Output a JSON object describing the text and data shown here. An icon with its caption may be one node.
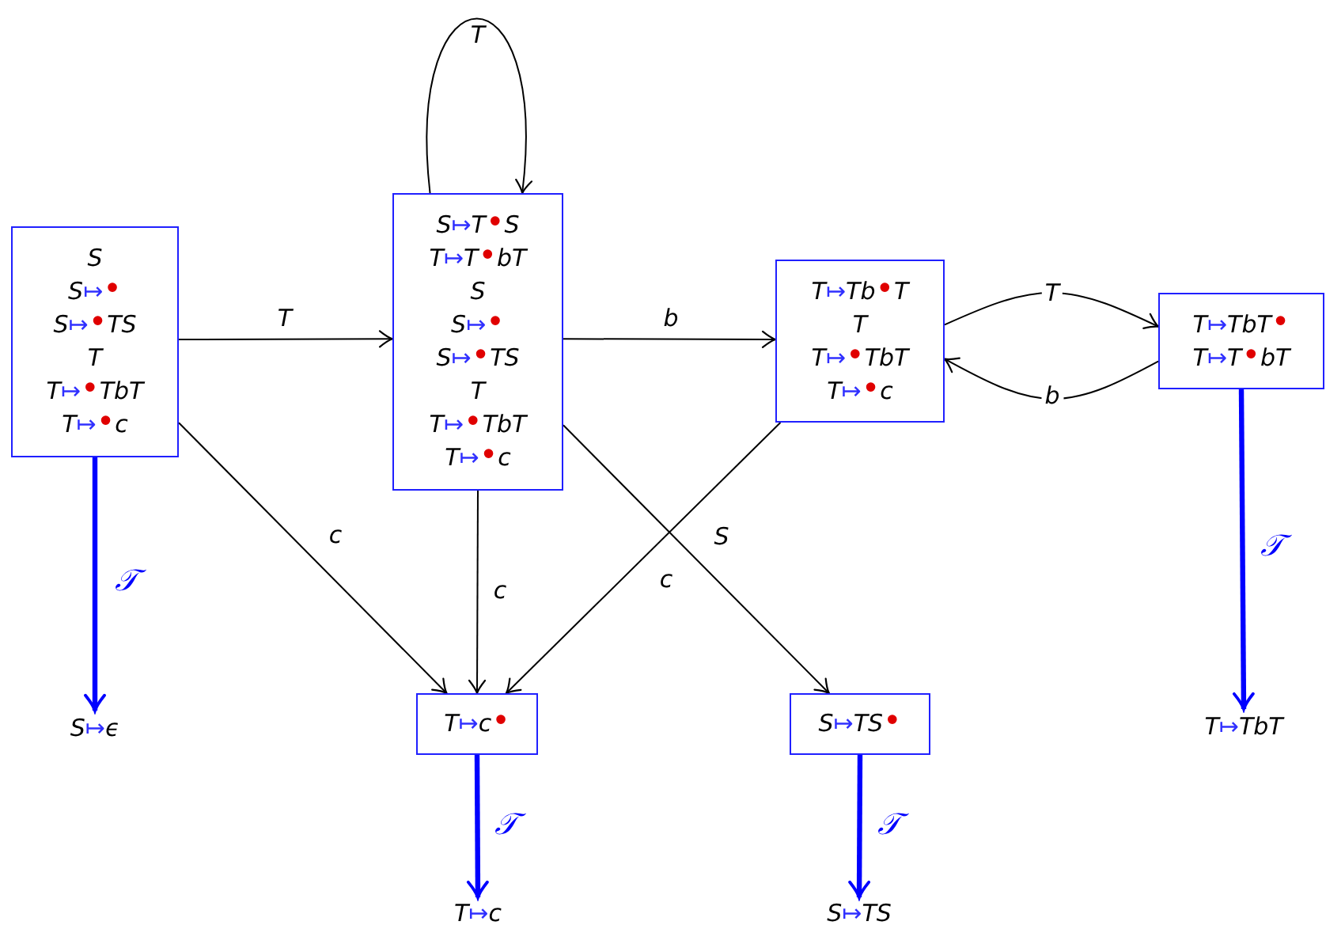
{
  "diagram": {
    "nodes": [
      {
        "text": [
          "S",
          "S↦•",
          "S↦•TS",
          "T",
          "T↦•TbT",
          "T↦•c"
        ]
      },
      {
        "text": [
          "S↦T•S",
          "T↦T•bT",
          "S",
          "S↦•",
          "S↦•TS",
          "T",
          "T↦•TbT",
          "T↦•c"
        ]
      },
      {
        "text": [
          "T↦Tb•T",
          "T",
          "T↦•TbT",
          "T↦•c"
        ]
      },
      {
        "text": [
          "T↦TbT•",
          "T↦T•bT"
        ]
      },
      {
        "text": [
          "T↦c•"
        ]
      },
      {
        "text": [
          "S↦TS•"
        ]
      },
      {
        "text": [
          "S↦ϵ"
        ]
      },
      {
        "text": [
          "T↦TbT"
        ]
      },
      {
        "text": [
          "T↦c"
        ]
      },
      {
        "text": [
          "S↦TS"
        ]
      }
    ],
    "edges": [
      {
        "from": 0,
        "to": 1,
        "arrow": "to",
        "label": "T"
      },
      {
        "from": 1,
        "to": 1,
        "arrow": "to",
        "label": "T"
      },
      {
        "from": 1,
        "to": 2,
        "arrow": "to",
        "label": "b"
      },
      {
        "from": 2,
        "to": 3,
        "arrow": "to",
        "label": "T"
      },
      {
        "from": 3,
        "to": 2,
        "arrow": "to",
        "label": "b"
      },
      {
        "from": 0,
        "to": 4,
        "arrow": "to",
        "label": "c"
      },
      {
        "from": 1,
        "to": 4,
        "arrow": "to",
        "label": "c"
      },
      {
        "from": 2,
        "to": 4,
        "arrow": "to",
        "label": "c"
      },
      {
        "from": 1,
        "to": 5,
        "arrow": "to",
        "label": "S"
      },
      {
        "from": 0,
        "to": 6,
        "arrow": "to",
        "label": "𝒯",
        "style": "thick",
        "color": "#0000ff"
      },
      {
        "from": 3,
        "to": 7,
        "arrow": "to",
        "label": "𝒯",
        "style": "thick",
        "color": "#0000ff"
      },
      {
        "from": 4,
        "to": 8,
        "arrow": "to",
        "label": "𝒯",
        "style": "thick",
        "color": "#0000ff"
      },
      {
        "from": 5,
        "to": 9,
        "arrow": "to",
        "label": "𝒯",
        "style": "thick",
        "color": "#0000ff"
      }
    ]
  }
}
